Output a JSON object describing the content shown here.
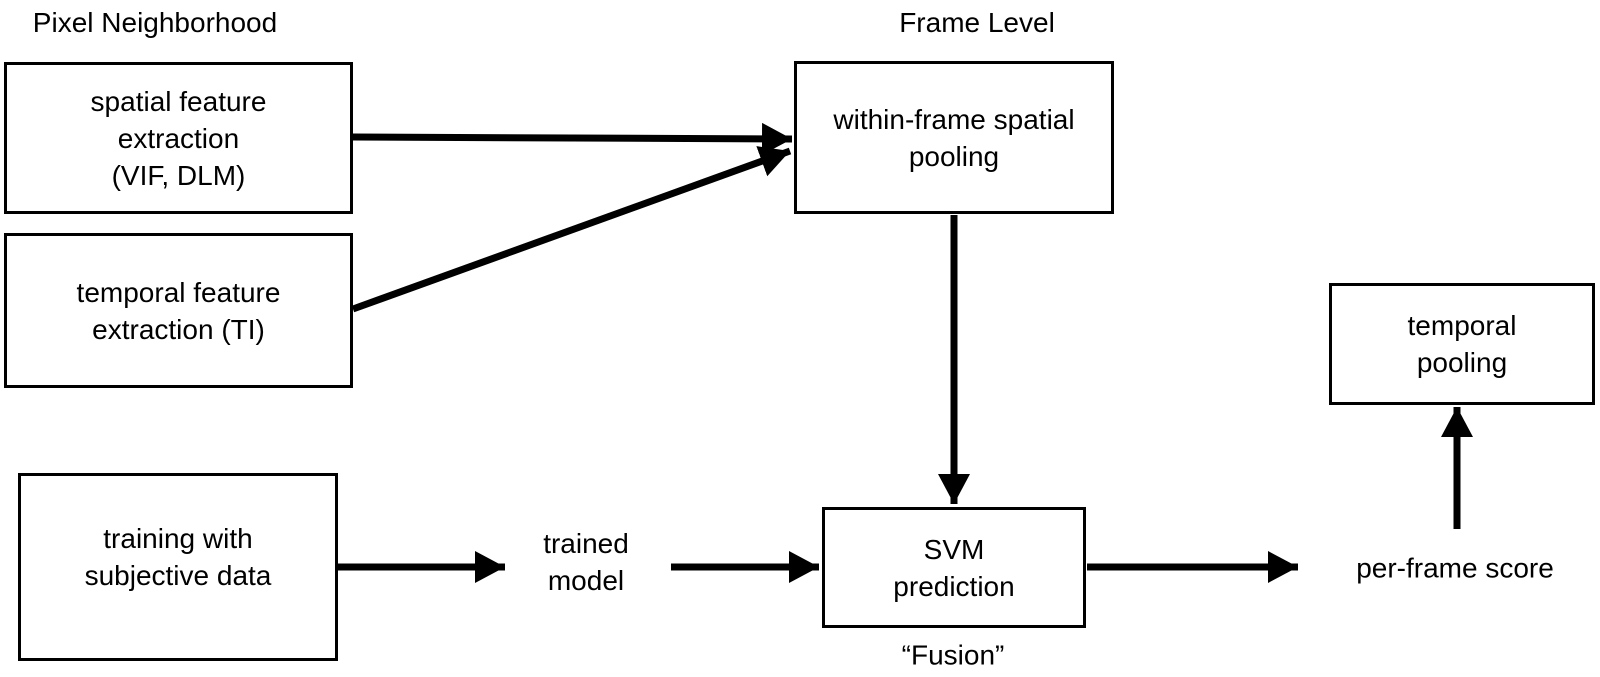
{
  "headers": {
    "pixel_neighborhood": "Pixel Neighborhood",
    "frame_level": "Frame Level"
  },
  "boxes": {
    "spatial_feature": {
      "label": "spatial feature\nextraction\n(VIF, DLM)"
    },
    "temporal_feature": {
      "label": "temporal feature\nextraction (TI)"
    },
    "spatial_pooling": {
      "label": "within-frame spatial\npooling"
    },
    "training": {
      "label": "training with\nsubjective data"
    },
    "svm": {
      "label": "SVM\nprediction"
    },
    "temporal_pooling": {
      "label": "temporal\npooling"
    }
  },
  "labels": {
    "trained_model": "trained\nmodel",
    "per_frame_score": "per-frame score",
    "fusion": "“Fusion”"
  },
  "edges": [
    {
      "from": "spatial_feature",
      "to": "spatial_pooling"
    },
    {
      "from": "temporal_feature",
      "to": "spatial_pooling"
    },
    {
      "from": "spatial_pooling",
      "to": "svm"
    },
    {
      "from": "training",
      "to": "trained_model"
    },
    {
      "from": "trained_model",
      "to": "svm"
    },
    {
      "from": "svm",
      "to": "per_frame_score"
    },
    {
      "from": "per_frame_score",
      "to": "temporal_pooling"
    }
  ],
  "colors": {
    "background": "#ffffff",
    "box_fill": "#ffffff",
    "line": "#000000",
    "text": "#000000"
  }
}
